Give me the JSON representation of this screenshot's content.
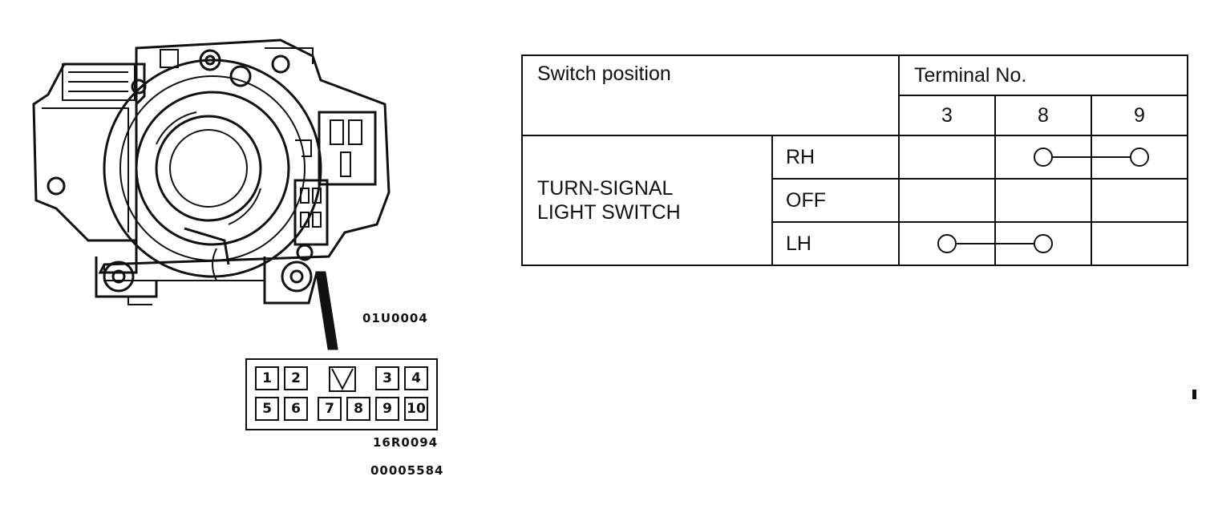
{
  "figure": {
    "figure_code": "01U0004",
    "connector_code": "16R0094",
    "document_code": "00005584"
  },
  "connector": {
    "pins": [
      "1",
      "2",
      "3",
      "4",
      "5",
      "6",
      "7",
      "8",
      "9",
      "10"
    ]
  },
  "table": {
    "header_switch_position": "Switch position",
    "header_terminal_no": "Terminal No.",
    "terminals": [
      "3",
      "8",
      "9"
    ],
    "switch_name_line1": "TURN-SIGNAL",
    "switch_name_line2": "LIGHT SWITCH",
    "positions": [
      {
        "label": "RH",
        "connected": [
          "8",
          "9"
        ]
      },
      {
        "label": "OFF",
        "connected": []
      },
      {
        "label": "LH",
        "connected": [
          "3",
          "8"
        ]
      }
    ]
  }
}
